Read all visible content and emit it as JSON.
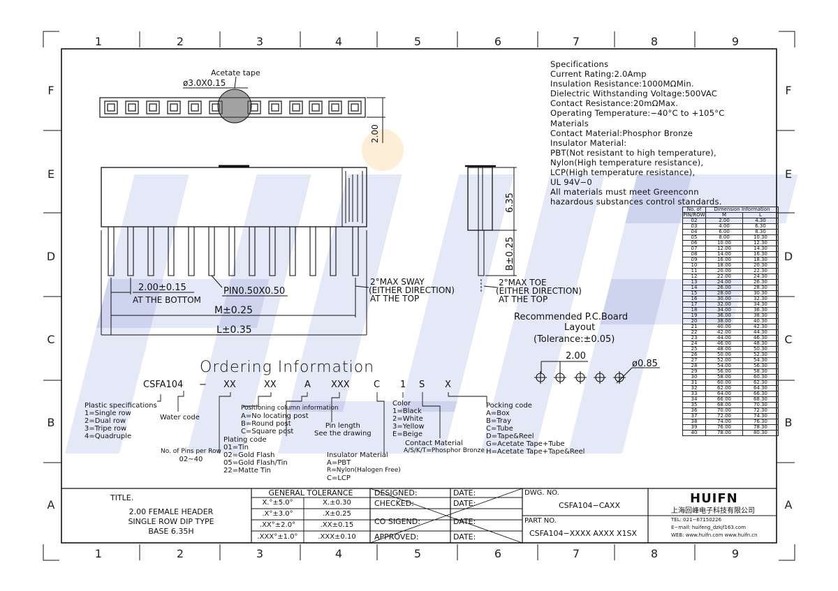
{
  "grid": {
    "columns": [
      "1",
      "2",
      "3",
      "4",
      "5",
      "6",
      "7",
      "8",
      "9"
    ],
    "rows": [
      "F",
      "E",
      "D",
      "C",
      "B",
      "A"
    ]
  },
  "watermark": {
    "text": "HUIFN",
    "color": "#2a45b5"
  },
  "drawing": {
    "tape_label": "Acetate tape",
    "tape_dim": "ø3.0X0.15",
    "pitch_vertical": "2.00",
    "pitch_bottom": "2.00±0.15",
    "at_bottom": "AT THE BOTTOM",
    "pin_size": "PIN0.50X0.50",
    "m_dim": "M±0.25",
    "l_dim": "L±0.35",
    "sway": "2°MAX SWAY",
    "sway_dir": "(EITHER DIRECTION)",
    "sway_top": "AT THE TOP",
    "height_dim": "6.35",
    "b_dim": "B±0.25",
    "toe": "2°MAX TOE",
    "toe_dir": "(EITHER DIRECTION)",
    "toe_top": "AT THE TOP",
    "pcb_title1": "Recommended P.C.Board",
    "pcb_title2": "Layout",
    "pcb_tol": "(Tolerance:±0.05)",
    "pcb_pitch": "2.00",
    "pcb_hole": "ø0.85"
  },
  "specs": [
    "Specifications",
    "Current Rating:2.0Amp",
    "Insulation Resistance:1000MΩMin.",
    "Dielectric Withstanding Voltage:500VAC",
    "Contact Resistance:20mΩMax.",
    "Operating Temperature:−40°C to +105°C",
    "Materials",
    "Contact Material:Phosphor Bronze",
    "Insulator Material:",
    "PBT(Not resistant to high temperature),",
    "Nylon(High temperature resistance),",
    "LCP(High temperature resistance),",
    "UL 94V−0",
    "All materials must meet Greenconn",
    "hazardous substances control standards."
  ],
  "dim_table": {
    "h_no1": "No. of",
    "h_no2": "PIN/ROW",
    "h_info": "Dimension Information",
    "h_m": "M",
    "h_l": "L",
    "rows": [
      [
        "02",
        "2.00",
        "4.30"
      ],
      [
        "03",
        "4.00",
        "6.30"
      ],
      [
        "04",
        "6.00",
        "8.30"
      ],
      [
        "05",
        "8.00",
        "10.30"
      ],
      [
        "06",
        "10.00",
        "12.30"
      ],
      [
        "07",
        "12.00",
        "14.30"
      ],
      [
        "08",
        "14.00",
        "16.30"
      ],
      [
        "09",
        "16.00",
        "18.30"
      ],
      [
        "10",
        "18.00",
        "20.30"
      ],
      [
        "11",
        "20.00",
        "22.30"
      ],
      [
        "12",
        "22.00",
        "24.30"
      ],
      [
        "13",
        "24.00",
        "26.30"
      ],
      [
        "14",
        "26.00",
        "28.30"
      ],
      [
        "15",
        "28.00",
        "30.30"
      ],
      [
        "16",
        "30.00",
        "32.30"
      ],
      [
        "17",
        "32.00",
        "34.30"
      ],
      [
        "18",
        "34.00",
        "36.30"
      ],
      [
        "19",
        "36.00",
        "38.30"
      ],
      [
        "20",
        "38.00",
        "40.30"
      ],
      [
        "21",
        "40.00",
        "42.30"
      ],
      [
        "22",
        "42.00",
        "44.30"
      ],
      [
        "23",
        "44.00",
        "46.30"
      ],
      [
        "24",
        "46.00",
        "48.30"
      ],
      [
        "25",
        "48.00",
        "50.30"
      ],
      [
        "26",
        "50.00",
        "52.30"
      ],
      [
        "27",
        "52.00",
        "54.30"
      ],
      [
        "28",
        "54.00",
        "56.30"
      ],
      [
        "29",
        "56.00",
        "58.30"
      ],
      [
        "30",
        "58.00",
        "60.30"
      ],
      [
        "31",
        "60.00",
        "62.30"
      ],
      [
        "32",
        "62.00",
        "64.30"
      ],
      [
        "33",
        "64.00",
        "66.30"
      ],
      [
        "34",
        "66.00",
        "68.30"
      ],
      [
        "35",
        "68.00",
        "70.30"
      ],
      [
        "36",
        "70.00",
        "72.30"
      ],
      [
        "37",
        "72.00",
        "74.30"
      ],
      [
        "38",
        "74.00",
        "76.30"
      ],
      [
        "39",
        "76.00",
        "78.30"
      ],
      [
        "40",
        "78.00",
        "80.30"
      ]
    ]
  },
  "ordering": {
    "title": "Ordering Information",
    "code": [
      "CSFA104",
      "−",
      "XX",
      "XX",
      "A",
      "XXX",
      "C",
      "1",
      "S",
      "X"
    ],
    "plastic": [
      "Plastic specifications",
      "1=Single row",
      "2=Dual row",
      "3=Tripe row",
      "4=Quadruple"
    ],
    "water": "Water code",
    "pins": [
      "No. of Pins per Row",
      "02~40"
    ],
    "positioning": [
      "Positioning column information",
      "A=No locating post",
      "B=Round post",
      "C=Square post"
    ],
    "plating": [
      "Plating code",
      "01=Tin",
      "02=Gold Flash",
      "05=Gold Flash/Tin",
      "22=Matte Tin"
    ],
    "pin_length": [
      "Pin length",
      "See the drawing"
    ],
    "insulator": [
      "Insulator Material",
      "A=PBT",
      "R=Nylon(Halogen Free)",
      "C=LCP"
    ],
    "color": [
      "Color",
      "1=Black",
      "2=White",
      "3=Yellow",
      "E=Beige"
    ],
    "contact": [
      "Contact Material",
      "A/S/K/T=Phosphor Bronze"
    ],
    "packing": [
      "Pocking code",
      "A=Box",
      "B=Tray",
      "C=Tube",
      "D=Tape&Reel",
      "G=Acetate Tape+Tube",
      "H=Acetate Tape+Tape&Reel"
    ]
  },
  "title_block": {
    "title_label": "TITLE.",
    "title_lines": [
      "2.00 FEMALE HEADER",
      "SINGLE ROW DIP TYPE",
      "BASE 6.35H"
    ],
    "gt_header": "GENERAL TOLERANCE",
    "gt_rows": [
      [
        "X.°±5.0°",
        "X.±0.30"
      ],
      [
        ".X°±3.0°",
        ".X±0.25"
      ],
      [
        ".XX°±2.0°",
        ".XX±0.15"
      ],
      [
        ".XXX°±1.0°",
        ".XXX±0.10"
      ]
    ],
    "sign_labels": [
      "DESIGNED:",
      "CHECKED:",
      "CO SIGEND:",
      "APPROVED:"
    ],
    "date_label": "DATE:",
    "dwg_label": "DWG. NO.",
    "dwg_value": "CSFA104−CAXX",
    "part_label": "PART NO.",
    "part_value": "CSFA104−XXXX AXXX X1SX",
    "logo": "HUIFN",
    "company": "上海回峰电子科技有限公司",
    "tel": "TEL: 021−67150226",
    "email": "E−mail: huifeng_dzkjf163.com",
    "web": "WEB: www.huifn.com  www.huifn.cn"
  }
}
